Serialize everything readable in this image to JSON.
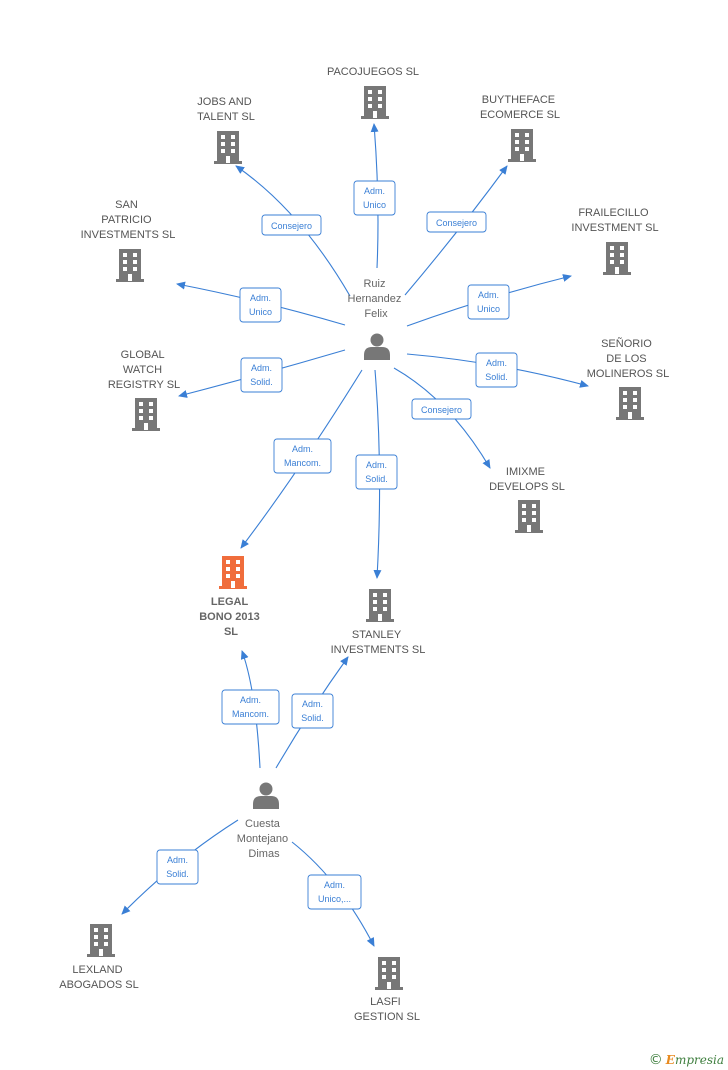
{
  "colors": {
    "edge": "#3a7fd5",
    "building": "#777777",
    "building_main": "#f06d3c",
    "person": "#777777"
  },
  "nodes": {
    "pacojuegos": [
      "PACOJUEGOS SL"
    ],
    "jobs_talent": [
      "JOBS AND",
      "TALENT SL"
    ],
    "buytheface": [
      "BUYTHEFACE",
      "ECOMERCE  SL"
    ],
    "san_patricio": [
      "SAN",
      "PATRICIO",
      "INVESTMENTS SL"
    ],
    "frailecillo": [
      "FRAILECILLO",
      "INVESTMENT SL"
    ],
    "global_watch": [
      "GLOBAL",
      "WATCH",
      "REGISTRY SL"
    ],
    "senorio": [
      "SEÑORIO",
      "DE LOS",
      "MOLINEROS SL"
    ],
    "imixme": [
      "IMIXME",
      "DEVELOPS SL"
    ],
    "legal_bono": [
      "LEGAL",
      "BONO 2013",
      "SL"
    ],
    "stanley": [
      "STANLEY",
      "INVESTMENTS SL"
    ],
    "lexland": [
      "LEXLAND",
      "ABOGADOS SL"
    ],
    "lasfi": [
      "LASFI",
      "GESTION SL"
    ],
    "ruiz": [
      "Ruiz",
      "Hernandez",
      "Felix"
    ],
    "cuesta": [
      "Cuesta",
      "Montejano",
      "Dimas"
    ]
  },
  "relations": {
    "r_pacojuegos": [
      "Adm.",
      "Unico"
    ],
    "r_jobs": [
      "Consejero"
    ],
    "r_buytheface": [
      "Consejero"
    ],
    "r_san_patricio": [
      "Adm.",
      "Unico"
    ],
    "r_frailecillo": [
      "Adm.",
      "Unico"
    ],
    "r_global_watch": [
      "Adm.",
      "Solid."
    ],
    "r_senorio": [
      "Adm.",
      "Solid."
    ],
    "r_imixme": [
      "Consejero"
    ],
    "r_ruiz_legal": [
      "Adm.",
      "Mancom."
    ],
    "r_ruiz_stanley": [
      "Adm.",
      "Solid."
    ],
    "r_cuesta_legal": [
      "Adm.",
      "Mancom."
    ],
    "r_cuesta_stanley": [
      "Adm.",
      "Solid."
    ],
    "r_lexland": [
      "Adm.",
      "Solid."
    ],
    "r_lasfi": [
      "Adm.",
      "Unico,..."
    ]
  },
  "footer": {
    "copyright_symbol": "©",
    "brand_first": "E",
    "brand_rest": "mpresia"
  }
}
